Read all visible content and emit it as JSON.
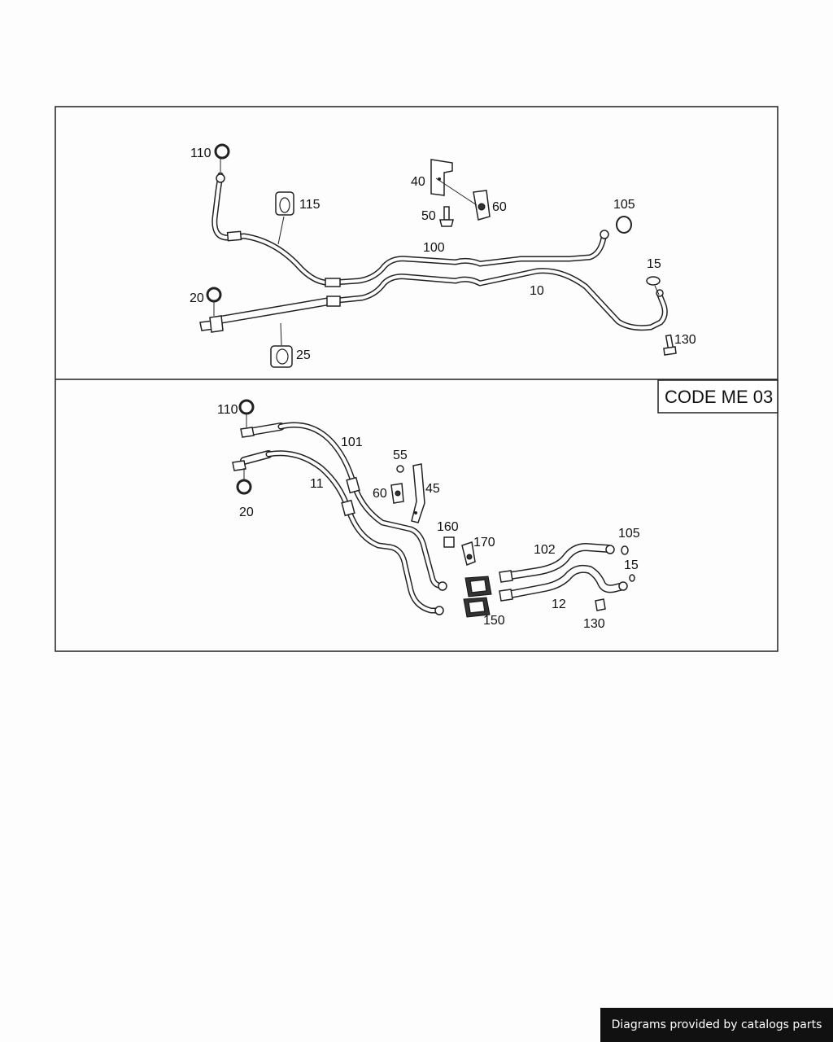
{
  "panel_top": {
    "labels": {
      "p110": "110",
      "p115": "115",
      "p40": "40",
      "p50": "50",
      "p60": "60",
      "p100": "100",
      "p105": "105",
      "p15": "15",
      "p10": "10",
      "p20": "20",
      "p25": "25",
      "p130": "130"
    }
  },
  "panel_bottom": {
    "code_label": "CODE ME 03",
    "labels": {
      "p110": "110",
      "p101": "101",
      "p55": "55",
      "p11": "11",
      "p60": "60",
      "p45": "45",
      "p20": "20",
      "p160": "160",
      "p170": "170",
      "p102": "102",
      "p105": "105",
      "p15": "15",
      "p12": "12",
      "p150": "150",
      "p130": "130"
    }
  },
  "footer": {
    "text": "Diagrams provided by catalogs parts"
  }
}
